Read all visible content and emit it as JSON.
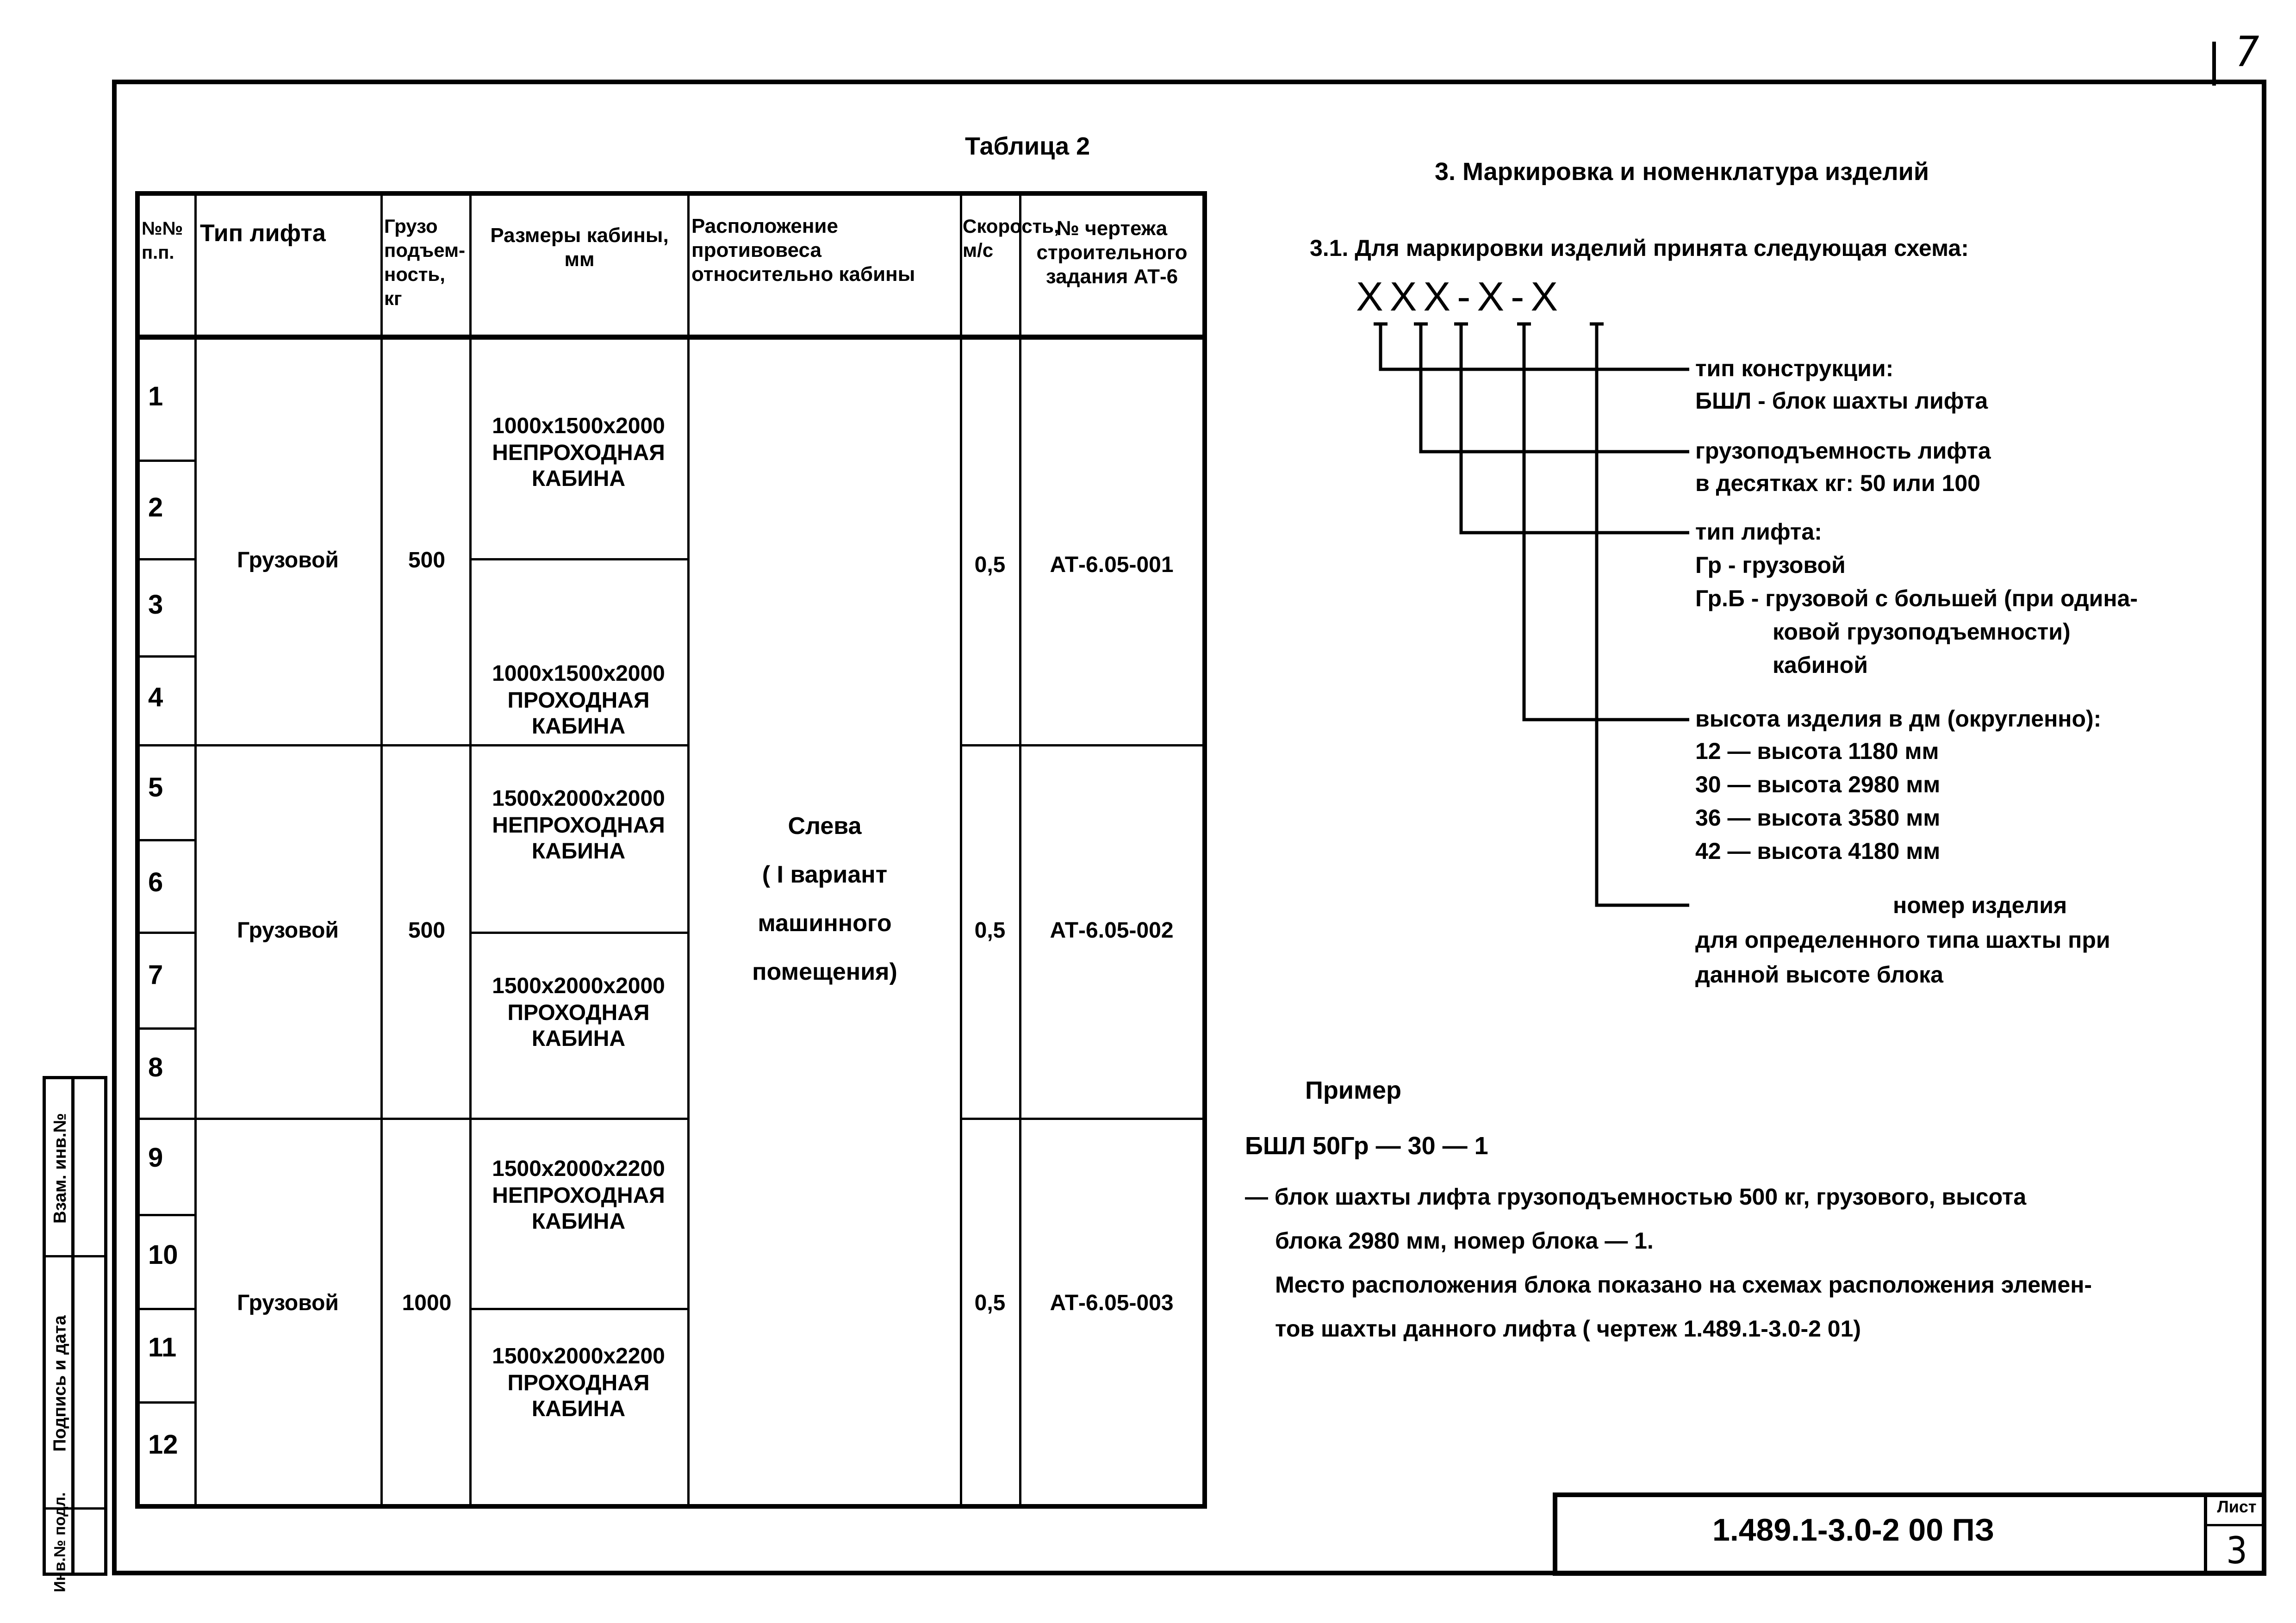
{
  "page_corner_number": "7",
  "table_caption": "Таблица 2",
  "table": {
    "headers": {
      "num": "№№ п.п.",
      "type": "Тип лифта",
      "capacity": "Грузо подъем- ность, кг",
      "cabin_size": "Размеры кабины, мм",
      "counterweight": "Расположение противовеса относительно кабины",
      "speed": "Скорость, м/с",
      "drawing": "№ чертежа строительного задания АТ-6"
    },
    "row_numbers": [
      "1",
      "2",
      "3",
      "4",
      "5",
      "6",
      "7",
      "8",
      "9",
      "10",
      "11",
      "12"
    ],
    "groups": [
      {
        "rows": "1-4",
        "type": "Грузовой",
        "capacity": "500",
        "cabins": [
          {
            "size": "1000x1500x2000",
            "kind": "непроходная кабина"
          },
          {
            "size": "1000x1500x2000",
            "kind": "проходная кабина"
          }
        ],
        "speed": "0,5",
        "drawing": "АТ-6.05-001"
      },
      {
        "rows": "5-8",
        "type": "Грузовой",
        "capacity": "500",
        "cabins": [
          {
            "size": "1500x2000x2000",
            "kind": "непроходная кабина"
          },
          {
            "size": "1500x2000x2000",
            "kind": "проходная кабина"
          }
        ],
        "speed": "0,5",
        "drawing": "АТ-6.05-002"
      },
      {
        "rows": "9-12",
        "type": "Грузовой",
        "capacity": "1000",
        "cabins": [
          {
            "size": "1500x2000x2200",
            "kind": "непроходная кабина"
          },
          {
            "size": "1500x2000x2200",
            "kind": "проходная кабина"
          }
        ],
        "speed": "0,5",
        "drawing": "АТ-6.05-003"
      }
    ],
    "counterweight_all": {
      "line1": "Слева",
      "line2": "( I вариант",
      "line3": "машинного",
      "line4": "помещения)"
    }
  },
  "section": {
    "title": "3. Маркировка и номенклатура изделий",
    "subtitle": "3.1. Для маркировки изделий принята следующая схема:",
    "scheme": "ХХХ-Х-Х",
    "legend": [
      {
        "title": "тип конструкции:",
        "lines": [
          "БШЛ - блок шахты лифта"
        ]
      },
      {
        "title": "грузоподъемность лифта",
        "lines": [
          "в десятках кг: 50 или 100"
        ]
      },
      {
        "title": "тип лифта:",
        "lines": [
          "Гр - грузовой",
          "Гр.Б - грузовой с большей (при одина-",
          "ковой грузоподъемности)",
          "кабиной"
        ]
      },
      {
        "title": "высота изделия в дм (округленно):",
        "lines": [
          "12 — высота 1180 мм",
          "30 — высота 2980 мм",
          "36 — высота 3580 мм",
          "42 — высота 4180 мм"
        ]
      },
      {
        "title": "номер изделия",
        "lines": [
          "для определенного типа шахты при",
          "данной высоте блока"
        ]
      }
    ],
    "example": {
      "label": "Пример",
      "code": "БШЛ 50Гр — 30 — 1",
      "desc1": "— блок шахты лифта грузоподъемностью 500 кг, грузового, высота",
      "desc2": "блока 2980 мм, номер блока — 1.",
      "desc3": "Место расположения блока показано на схемах расположения элемен-",
      "desc4": "тов шахты данного лифта ( чертеж 1.489.1-3.0-2 01)"
    }
  },
  "stamp": {
    "inv_orig": "Инв.№ подл.",
    "sign_date": "Подпись и дата",
    "replace_inv": "Взам. инв.№"
  },
  "title_block": {
    "code": "1.489.1-3.0-2 00 ПЗ",
    "sheet_label": "Лист",
    "sheet_number": "3"
  }
}
